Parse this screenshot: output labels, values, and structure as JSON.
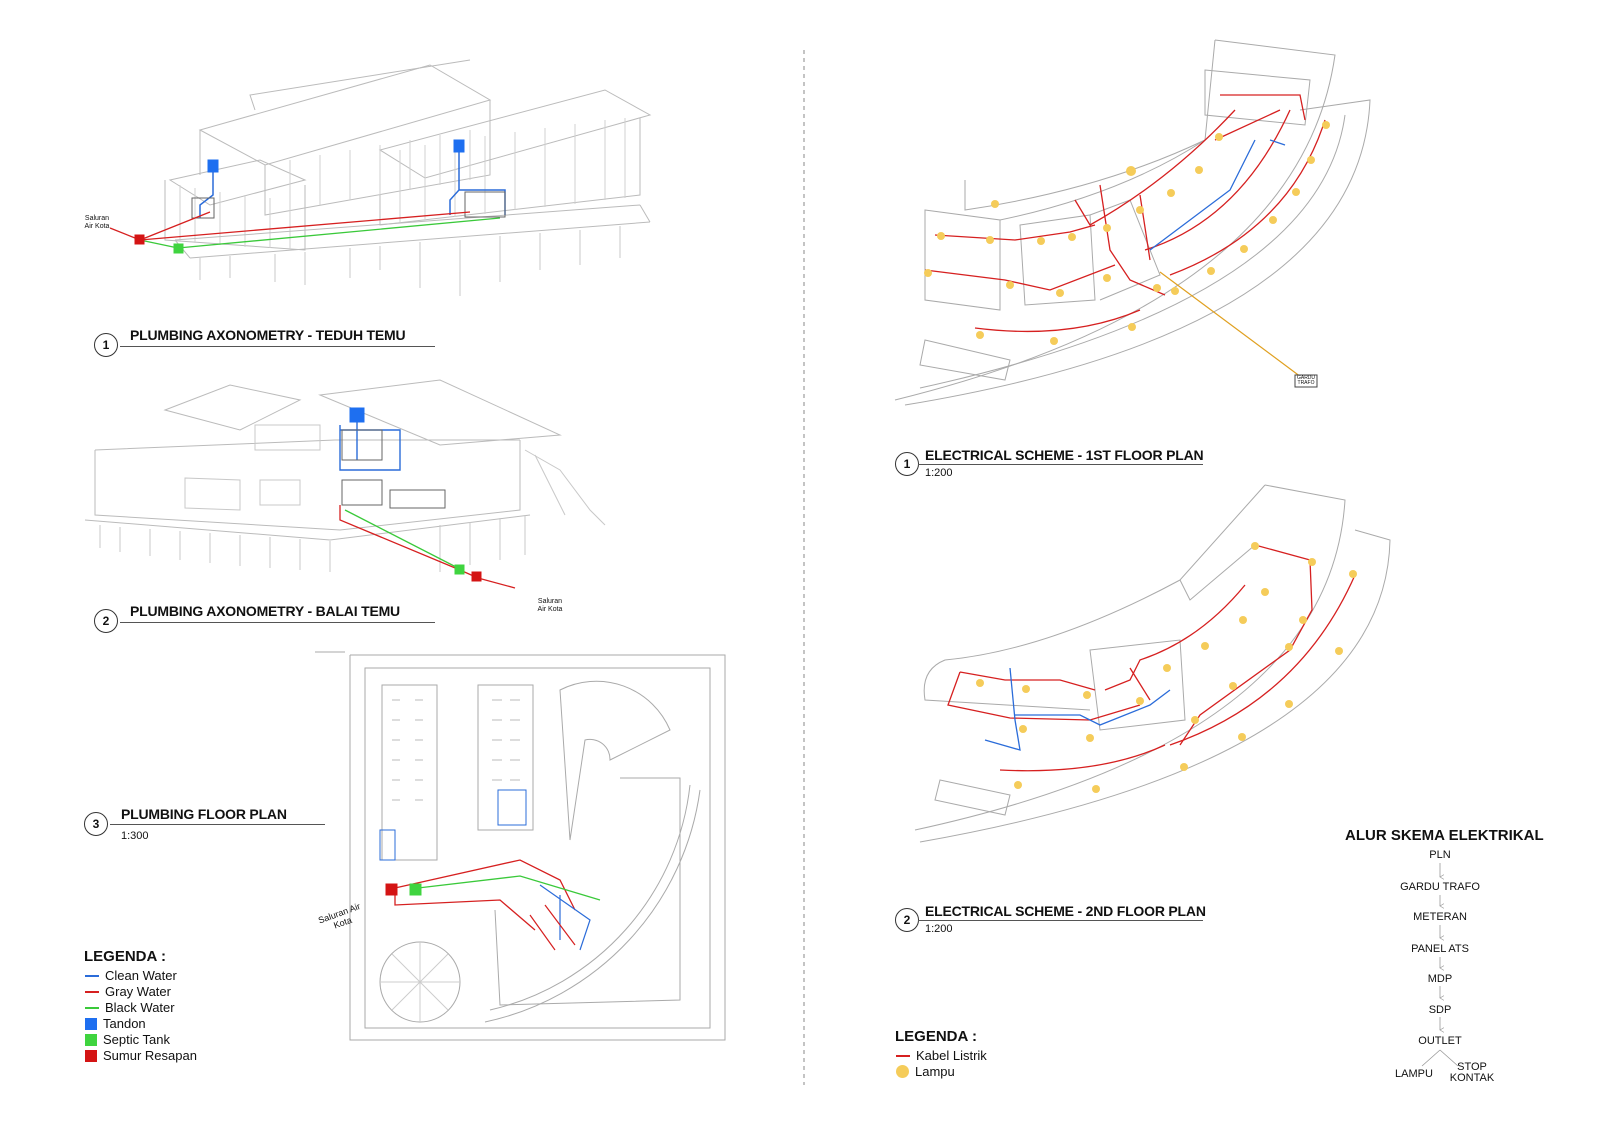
{
  "colors": {
    "clean_water": "#2b6cd9",
    "gray_water": "#d62020",
    "black_water": "#3ac93a",
    "tandon": "#1e6ff0",
    "septic_tank": "#3fd43f",
    "sumur_resapan": "#d41414",
    "kabel_listrik": "#d62020",
    "lampu": "#f5cc5a",
    "trafo_line": "#e0a020"
  },
  "plumbing": {
    "axo1": {
      "num": "1",
      "title": "PLUMBING AXONOMETRY - TEDUH TEMU",
      "label_saluran": "Saluran Air Kota"
    },
    "axo2": {
      "num": "2",
      "title": "PLUMBING AXONOMETRY - BALAI TEMU",
      "label_saluran": "Saluran Air Kota"
    },
    "floor": {
      "num": "3",
      "title": "PLUMBING FLOOR PLAN",
      "scale": "1:300",
      "label_saluran": "Saluran Air Kota"
    },
    "legend": {
      "heading": "LEGENDA :",
      "items": [
        {
          "label": "Clean Water",
          "kind": "line",
          "color": "#2b6cd9"
        },
        {
          "label": "Gray Water",
          "kind": "line",
          "color": "#d62020"
        },
        {
          "label": "Black Water",
          "kind": "line",
          "color": "#3ac93a"
        },
        {
          "label": "Tandon",
          "kind": "square",
          "color": "#1e6ff0"
        },
        {
          "label": "Septic Tank",
          "kind": "square",
          "color": "#3fd43f"
        },
        {
          "label": "Sumur Resapan",
          "kind": "square",
          "color": "#d41414"
        }
      ]
    }
  },
  "electrical": {
    "plan1": {
      "num": "1",
      "title": "ELECTRICAL SCHEME - 1ST FLOOR PLAN",
      "scale": "1:200",
      "gardu_label": "GARDU TRAFO"
    },
    "plan2": {
      "num": "2",
      "title": "ELECTRICAL SCHEME - 2ND FLOOR PLAN",
      "scale": "1:200"
    },
    "legend": {
      "heading": "LEGENDA :",
      "items": [
        {
          "label": "Kabel Listrik",
          "kind": "line",
          "color": "#d62020"
        },
        {
          "label": "Lampu",
          "kind": "dot",
          "color": "#f5cc5a"
        }
      ]
    },
    "flow": {
      "heading": "ALUR SKEMA ELEKTRIKAL",
      "steps": [
        "PLN",
        "GARDU TRAFO",
        "METERAN",
        "PANEL ATS",
        "MDP",
        "SDP",
        "OUTLET"
      ],
      "branches": [
        "LAMPU",
        "STOP KONTAK"
      ]
    }
  }
}
